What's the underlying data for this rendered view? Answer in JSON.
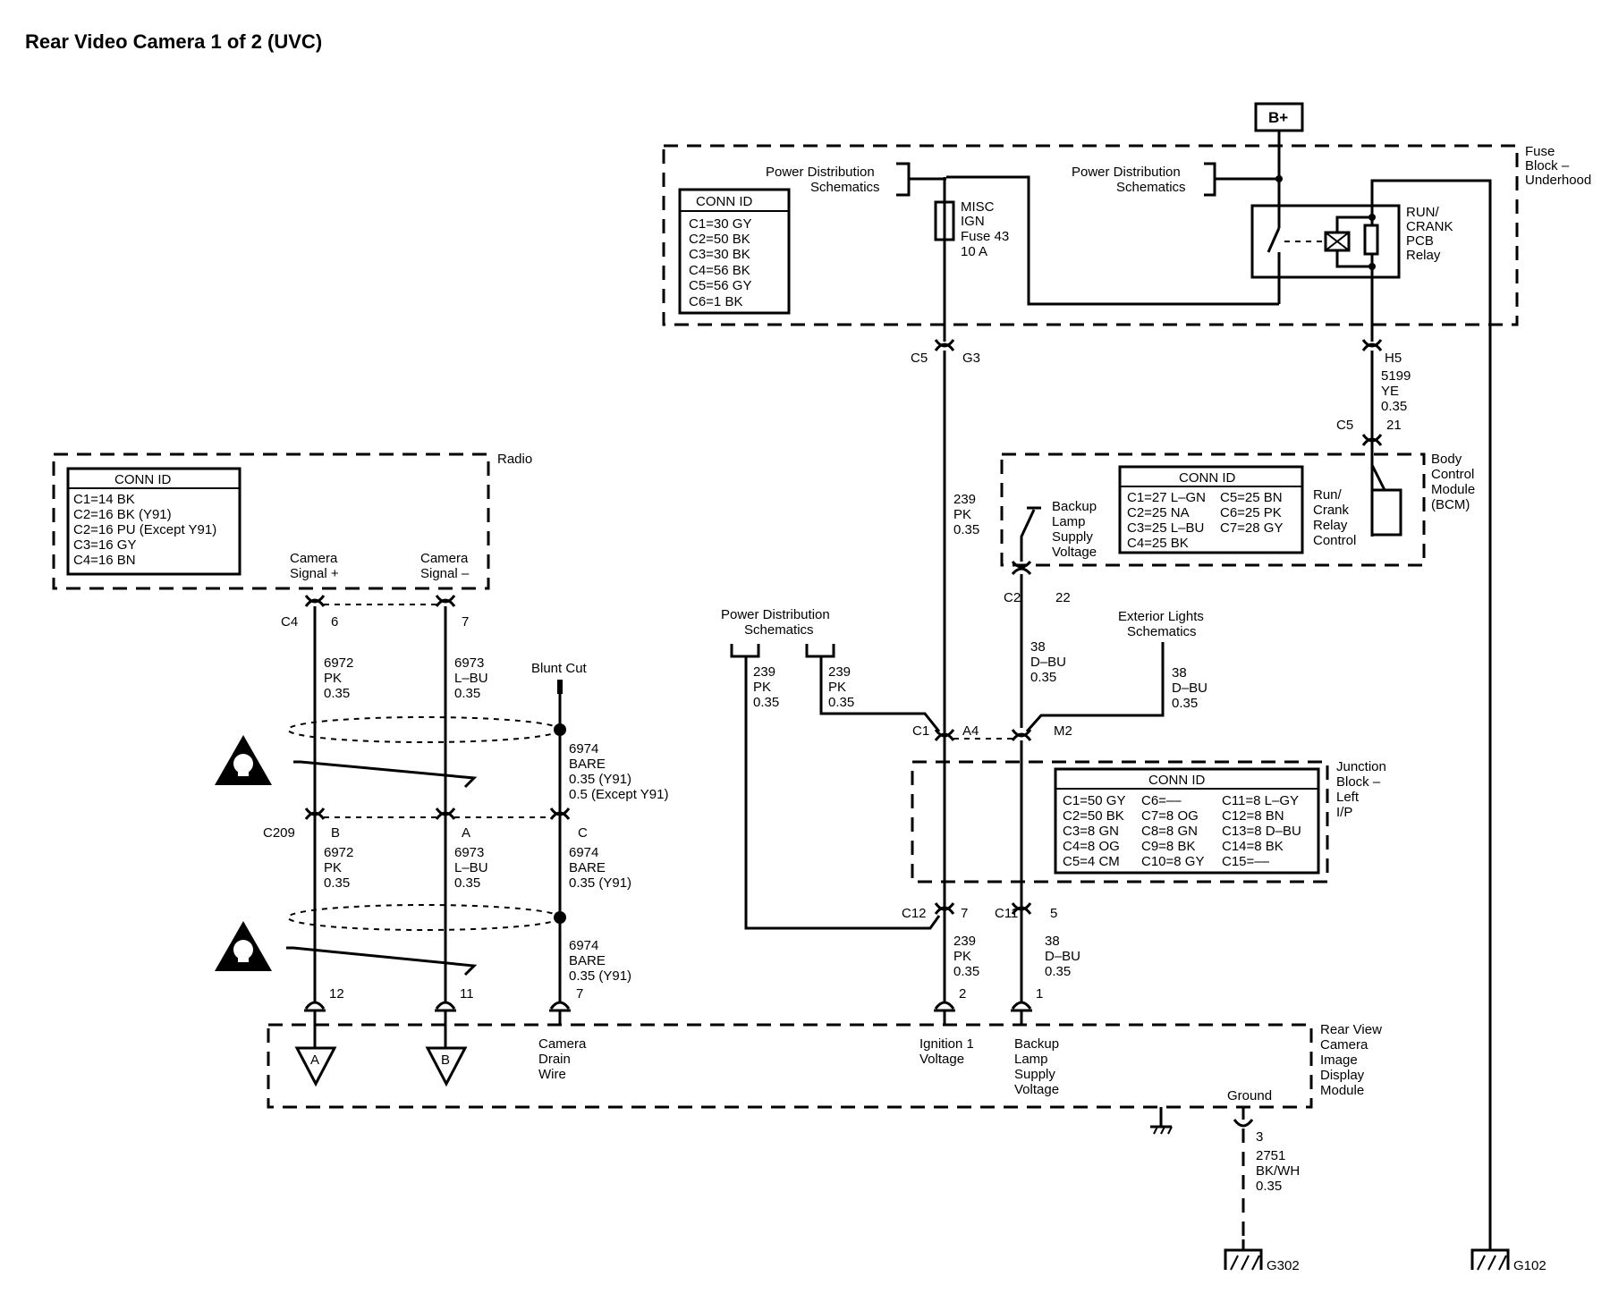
{
  "title": "Rear Video Camera 1 of 2 (UVC)",
  "power": {
    "bplus": "B+"
  },
  "fuse_block": {
    "label_lines": [
      "Fuse",
      "Block –",
      "Underhood"
    ],
    "pds_left_lines": [
      "Power Distribution",
      "Schematics"
    ],
    "pds_right_lines": [
      "Power Distribution",
      "Schematics"
    ],
    "fuse_lines": [
      "MISC",
      "IGN",
      "Fuse 43",
      "10 A"
    ],
    "relay_lines": [
      "RUN/",
      "CRANK",
      "PCB",
      "Relay"
    ],
    "conn_title": "CONN ID",
    "conn_lines": [
      "C1=30 GY",
      "C2=50 BK",
      "C3=30 BK",
      "C4=56 BK",
      "C5=56 GY",
      "C6=1 BK"
    ]
  },
  "radio": {
    "label": "Radio",
    "conn_title": "CONN ID",
    "conn_lines": [
      "C1=14 BK",
      "C2=16 BK (Y91)",
      "C2=16 PU (Except Y91)",
      "C3=16 GY",
      "C4=16 BN"
    ],
    "sig_plus_lines": [
      "Camera",
      "Signal +"
    ],
    "sig_minus_lines": [
      "Camera",
      "Signal –"
    ]
  },
  "bcm": {
    "label_lines": [
      "Body",
      "Control",
      "Module",
      "(BCM)"
    ],
    "conn_title": "CONN ID",
    "conn_lines_left": [
      "C1=27 L–GN",
      "C2=25 NA",
      "C3=25 L–BU",
      "C4=25 BK"
    ],
    "conn_lines_right": [
      "C5=25 BN",
      "C6=25 PK",
      "C7=28 GY"
    ],
    "relay_ctrl_lines": [
      "Run/",
      "Crank",
      "Relay",
      "Control"
    ],
    "backup_lines": [
      "Backup",
      "Lamp",
      "Supply",
      "Voltage"
    ]
  },
  "junction_block": {
    "label_lines": [
      "Junction",
      "Block –",
      "Left",
      "I/P"
    ],
    "conn_title": "CONN ID",
    "col1": [
      "C1=50 GY",
      "C2=50 BK",
      "C3=8 GN",
      "C4=8 OG",
      "C5=4 CM"
    ],
    "col2": [
      "C6=––",
      "C7=8 OG",
      "C8=8 GN",
      "C9=8 BK",
      "C10=8 GY"
    ],
    "col3": [
      "C11=8 L–GY",
      "C12=8 BN",
      "C13=8 D–BU",
      "C14=8 BK",
      "C15=––"
    ]
  },
  "module": {
    "label_lines": [
      "Rear View",
      "Camera",
      "Image",
      "Display",
      "Module"
    ],
    "drain_lines": [
      "Camera",
      "Drain",
      "Wire"
    ],
    "ign_lines": [
      "Ignition 1",
      "Voltage"
    ],
    "backup_lines": [
      "Backup",
      "Lamp",
      "Supply",
      "Voltage"
    ],
    "ground_label": "Ground",
    "flag_a": "A",
    "flag_b": "B"
  },
  "pds_mid_lines": [
    "Power Distribution",
    "Schematics"
  ],
  "ext_lights_lines": [
    "Exterior Lights",
    "Schematics"
  ],
  "blunt_cut": "Blunt Cut",
  "connectors": {
    "c5": "C5",
    "g3": "G3",
    "h5": "H5",
    "c5b": "C5",
    "p21": "21",
    "c2": "C2",
    "p22": "22",
    "c4": "C4",
    "p6": "6",
    "p7": "7",
    "c209": "C209",
    "pb": "B",
    "pa": "A",
    "pc": "C",
    "c1": "C1",
    "a4": "A4",
    "m2": "M2",
    "c12": "C12",
    "p7b": "7",
    "c11": "C11",
    "p5": "5",
    "p12": "12",
    "p11": "11",
    "p7c": "7",
    "p2": "2",
    "p1": "1",
    "p3": "3",
    "g302": "G302",
    "g102": "G102"
  },
  "wires": {
    "w239_top": [
      "239",
      "PK",
      "0.35"
    ],
    "w5199": [
      "5199",
      "YE",
      "0.35"
    ],
    "w38_top": [
      "38",
      "D–BU",
      "0.35"
    ],
    "w38_ext": [
      "38",
      "D–BU",
      "0.35"
    ],
    "w239_pds_a": [
      "239",
      "PK",
      "0.35"
    ],
    "w239_pds_b": [
      "239",
      "PK",
      "0.35"
    ],
    "w6972_top": [
      "6972",
      "PK",
      "0.35"
    ],
    "w6973_top": [
      "6973",
      "L–BU",
      "0.35"
    ],
    "w6974_top": [
      "6974",
      "BARE",
      "0.35 (Y91)",
      "0.5 (Except Y91)"
    ],
    "w6972_mid": [
      "6972",
      "PK",
      "0.35"
    ],
    "w6973_mid": [
      "6973",
      "L–BU",
      "0.35"
    ],
    "w6974_mid": [
      "6974",
      "BARE",
      "0.35 (Y91)"
    ],
    "w6974_bot": [
      "6974",
      "BARE",
      "0.35 (Y91)"
    ],
    "w239_bot": [
      "239",
      "PK",
      "0.35"
    ],
    "w38_bot": [
      "38",
      "D–BU",
      "0.35"
    ],
    "w2751": [
      "2751",
      "BK/WH",
      "0.35"
    ]
  }
}
